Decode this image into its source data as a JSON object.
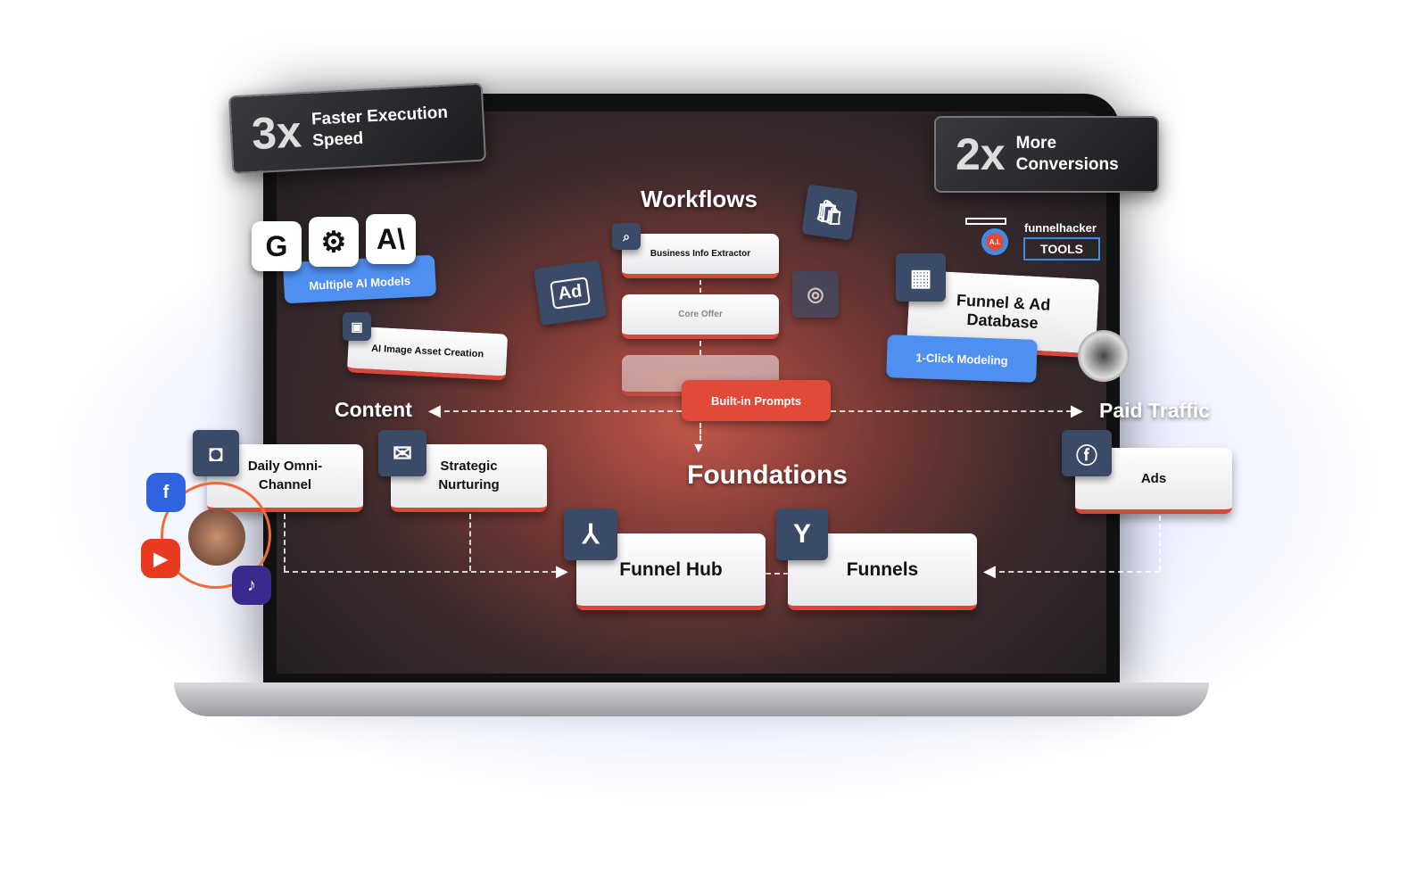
{
  "badges": {
    "left": {
      "multiplier": "3x",
      "text": "Faster Execution Speed"
    },
    "right": {
      "multiplier": "2x",
      "text": "More Conversions"
    }
  },
  "ai_models": {
    "icons": [
      "G",
      "⚙",
      "A\\"
    ],
    "label": "Multiple AI Models"
  },
  "image_asset": {
    "label": "AI Image Asset Creation"
  },
  "workflows": {
    "title": "Workflows",
    "cards": [
      "Business Info Extractor",
      "Core Offer"
    ],
    "prompts_button": "Built-in Prompts",
    "ad_icon": "Ad"
  },
  "logo": {
    "brand": "funnelhacker",
    "tools": "TOOLS",
    "gear": "A.I."
  },
  "database": {
    "label": "Funnel & Ad Database",
    "button": "1-Click Modeling"
  },
  "sections": {
    "content": "Content",
    "paid_traffic": "Paid Traffic",
    "foundations": "Foundations"
  },
  "content_cards": [
    "Daily Omni-Channel",
    "Strategic Nurturing"
  ],
  "paid_cards": [
    "Ads"
  ],
  "foundation_cards": [
    "Funnel Hub",
    "Funnels"
  ],
  "colors": {
    "accent": "#e24a38",
    "blue": "#4f8ff0",
    "icon_bg": "#3b4a66"
  }
}
